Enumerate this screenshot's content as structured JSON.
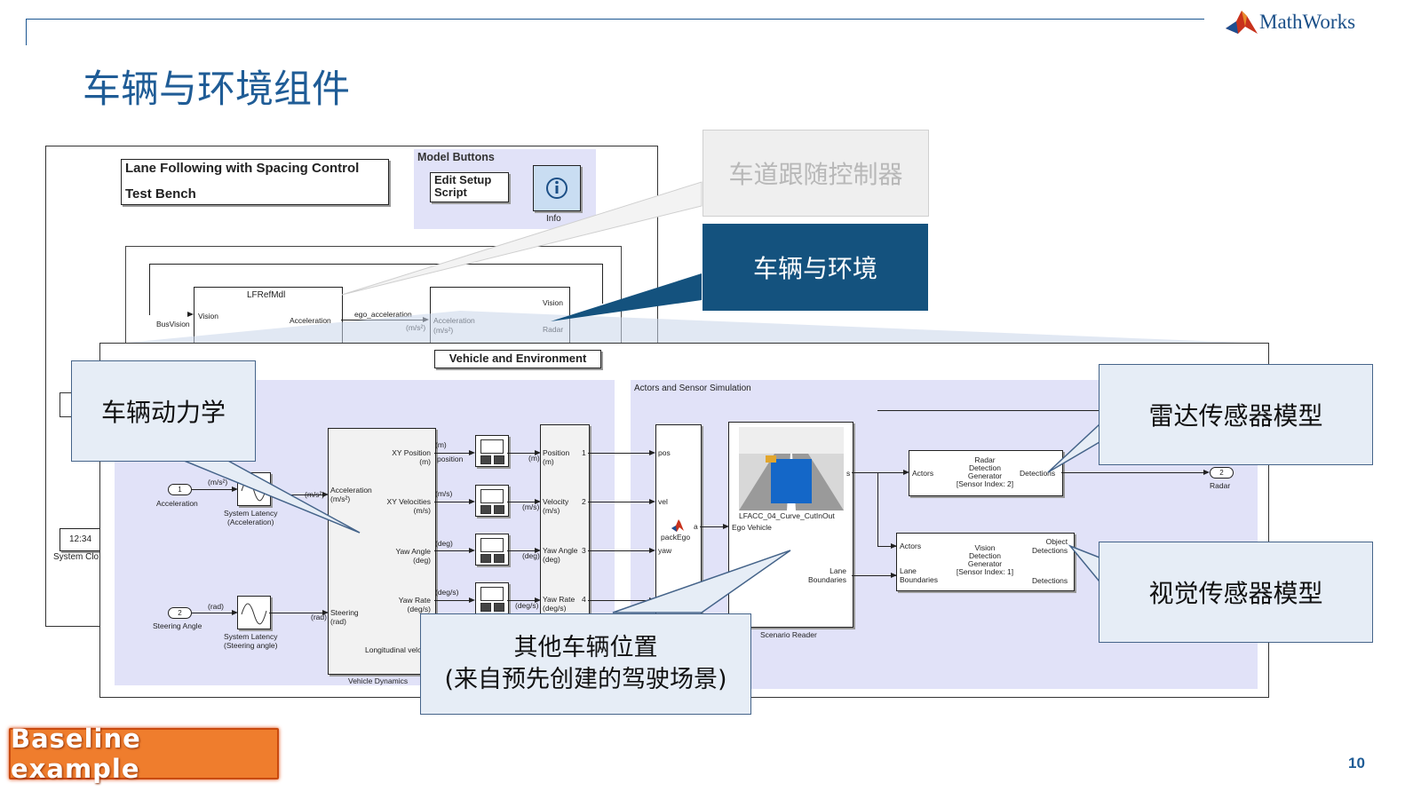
{
  "slide": {
    "title": "车辆与环境组件",
    "brand": "MathWorks",
    "page_number": "10",
    "badge": "Baseline example"
  },
  "top_model": {
    "title_line1": "Lane Following with Spacing Control",
    "title_line2": "Test Bench",
    "model_buttons_label": "Model Buttons",
    "edit_setup_script": "Edit Setup\nScript",
    "info_label": "Info",
    "clock_value": "12:34",
    "clock_label": "System Clo",
    "subsystem": {
      "block_name": "LFRefMdl",
      "in_vision": "Vision",
      "out_acceleration": "Acceleration",
      "bus_vision": "BusVision",
      "ego_acceleration": "ego_acceleration",
      "acc_in": "Acceleration",
      "acc_unit": "(m/s²)",
      "acc_unit2": "(m/s²)",
      "vision_out": "Vision",
      "radar_out": "Radar"
    }
  },
  "vehicle_env": {
    "title": "Vehicle and Environment",
    "actors_section_label": "Actors and Sensor Simulation",
    "vehicle_dynamics_label": "Vehicle Dynamics",
    "inports": [
      {
        "num": "1",
        "label": "Acceleration",
        "unit": "(m/s²)"
      },
      {
        "num": "2",
        "label": "Steering Angle",
        "unit": "(rad)"
      }
    ],
    "latency_blocks": [
      "System Latency\n(Acceleration)",
      "System Latency\n(Steering angle)"
    ],
    "dyn_in_ports": [
      "Acceleration\n(m/s²)",
      "Steering\n(rad)"
    ],
    "dyn_in_units": [
      "(m/s²)",
      "(rad)"
    ],
    "dyn_out_ports": [
      "XY Position\n(m)",
      "XY Velocities\n(m/s)",
      "Yaw Angle\n(deg)",
      "Yaw Rate\n(deg/s)",
      "Longitudinal velo"
    ],
    "dyn_out_units": [
      "(m)",
      "(m/s)",
      "(deg)",
      "(deg/s)"
    ],
    "signal_names": [
      "position"
    ],
    "bus_in": [
      "Position\n(m)",
      "Velocity\n(m/s)",
      "Yaw Angle\n(deg)",
      "Yaw Rate\n(deg/s)"
    ],
    "bus_units": [
      "(m)",
      "(m/s)",
      "(deg)",
      "(deg/s)"
    ],
    "bus_indices": [
      "1",
      "2",
      "3",
      "4"
    ],
    "pack_ports": [
      "pos",
      "vel",
      "yaw"
    ],
    "pack_out": "a",
    "pack_label": "packEgo",
    "scenario": {
      "name": "LFACC_04_Curve_CutInOut",
      "ego": "Ego Vehicle",
      "lanes": "Lane\nBoundaries",
      "label": "Scenario Reader",
      "port": "s"
    },
    "radar": {
      "in": "Actors",
      "body": "Radar\nDetection\nGenerator\n[Sensor Index: 2]",
      "out": "Detections"
    },
    "vision": {
      "in1": "Actors",
      "in2": "Lane\nBoundaries",
      "body": "Vision\nDetection\nGenerator\n[Sensor Index: 1]",
      "out1": "Object\nDetections",
      "out2": "Detections"
    },
    "outports": [
      {
        "num": "2",
        "label": "Radar"
      }
    ]
  },
  "callouts": {
    "lane_controller": "车道跟随控制器",
    "vehicle_environment": "车辆与环境",
    "vehicle_dynamics": "车辆动力学",
    "radar_model": "雷达传感器模型",
    "vision_model": "视觉传感器模型",
    "other_vehicles_line1": "其他车辆位置",
    "other_vehicles_line2": "(来自预先创建的驾驶场景)"
  },
  "colors": {
    "brand_blue": "#1f5c96",
    "dark_callout": "#14527e",
    "panel": "#e1e2f8",
    "badge_orange": "#ef7d2d"
  }
}
